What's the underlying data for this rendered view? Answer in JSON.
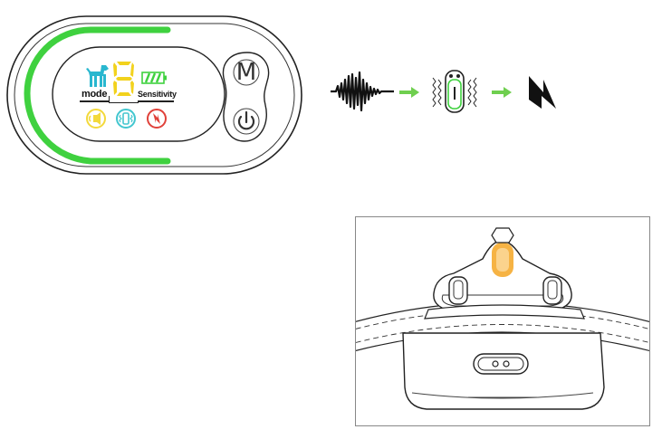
{
  "device": {
    "button_m_label": "M",
    "mode_label": "mode",
    "digit": "8",
    "sensitivity_label": "Sensitivity",
    "icons": [
      "dog-icon",
      "battery-icon",
      "sound-mode-icon",
      "vibrate-mode-icon",
      "shock-mode-icon",
      "power-icon"
    ]
  },
  "flow": {
    "steps": [
      "bark-waveform-icon",
      "arrow-right-icon",
      "vibrating-collar-icon",
      "arrow-right-icon",
      "shock-icon"
    ]
  },
  "colors": {
    "accent_green": "#3fd13f",
    "flow_arrow": "#6fcf4f",
    "dog_cyan": "#29b7cf",
    "digit_yellow": "#f2d21d",
    "sound_yellow": "#f3d93b",
    "vibrate_cyan": "#42c6cf",
    "shock_red": "#e0413a",
    "electrode_orange": "#f5a623"
  }
}
